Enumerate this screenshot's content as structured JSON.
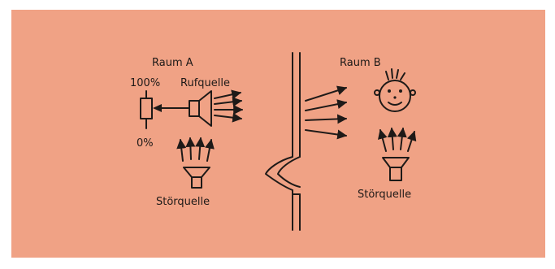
{
  "diagram": {
    "background_color": "#f0a285",
    "ink_color": "#1e1a18",
    "room_a": {
      "label": "Raum A",
      "level_max": "100%",
      "level_min": "0%",
      "source_label": "Rufquelle",
      "noise_label": "Störquelle"
    },
    "room_b": {
      "label": "Raum B",
      "noise_label": "Störquelle"
    },
    "icons": [
      "potentiometer-icon",
      "speaker-icon",
      "face-icon",
      "noise-speaker-icon"
    ]
  }
}
